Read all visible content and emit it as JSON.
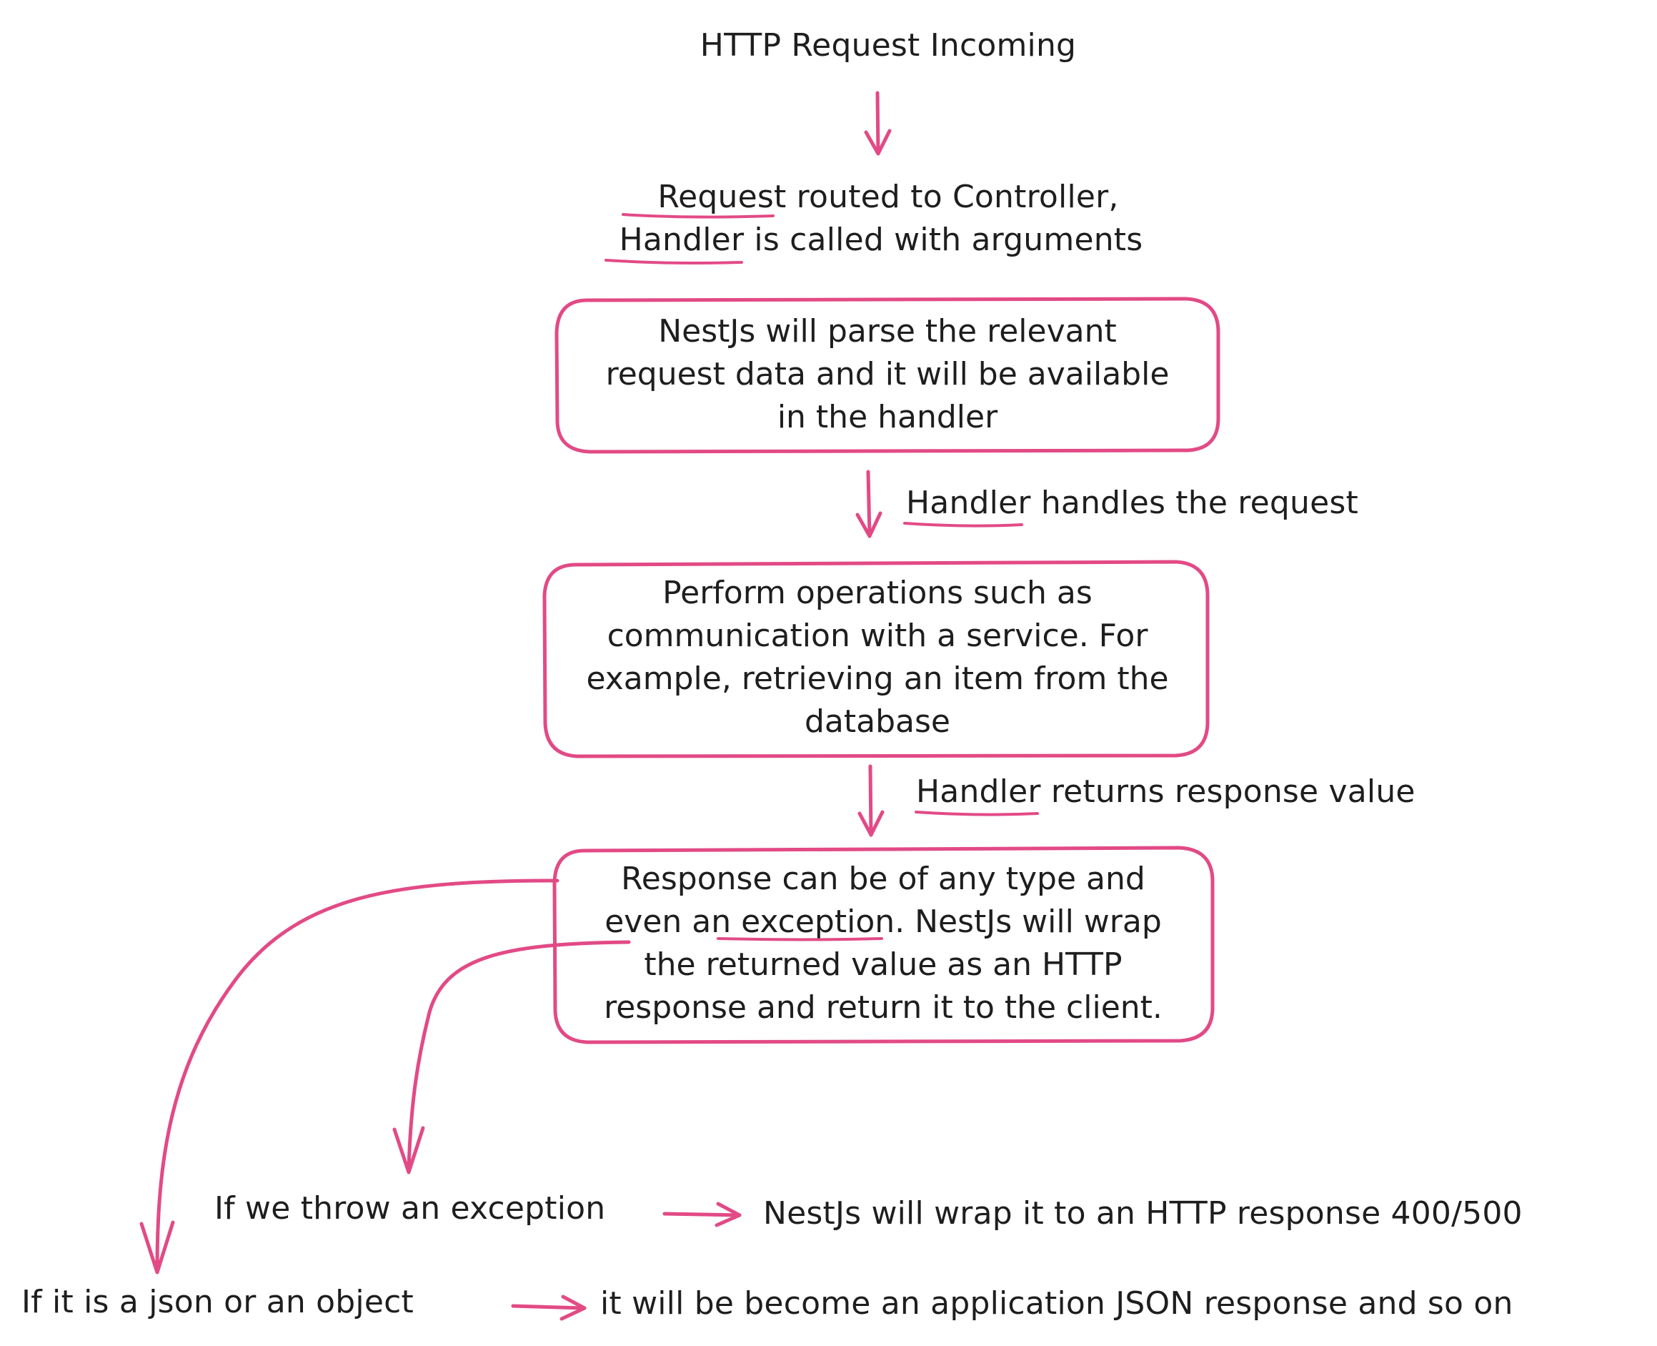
{
  "labels": {
    "http_request": "HTTP Request Incoming",
    "routed_line1": "Request routed to Controller,",
    "routed_line2": "Handler is called with arguments",
    "handler_handles": "Handler handles the request",
    "handler_returns": "Handler returns response value",
    "if_exception": "If we throw an exception",
    "exception_result": "NestJs will wrap it to an HTTP response 400/500",
    "if_json": "If it is a json or an object",
    "json_result": "it will be become an application JSON response and so on"
  },
  "boxes": {
    "parse": {
      "lines": [
        "NestJs will parse the relevant",
        "request data and it will be available",
        "in the handler"
      ]
    },
    "perform": {
      "lines": [
        "Perform operations such as",
        "communication with a service. For",
        "example, retrieving an item from the",
        "database"
      ]
    },
    "response": {
      "lines": [
        "Response can be of any type and",
        "even an exception. NestJs will wrap",
        "the returned value as an HTTP",
        "response and return it to the client."
      ]
    }
  },
  "colors": {
    "stroke": "#e24a86",
    "text": "#1e1e1e",
    "background": "#ffffff"
  }
}
